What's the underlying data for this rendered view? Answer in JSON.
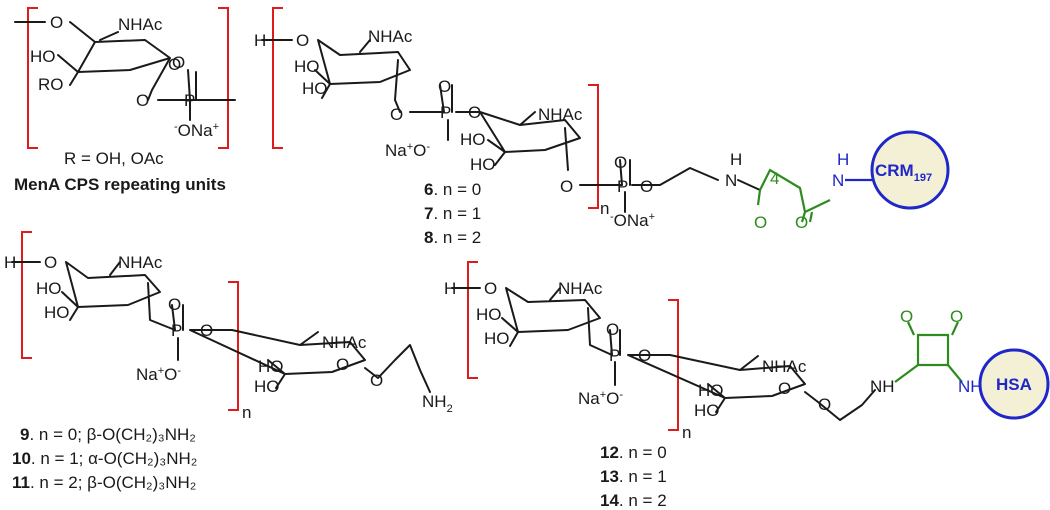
{
  "menA": {
    "substituent": "R = OH, OAc",
    "caption": "MenA CPS repeating units"
  },
  "labels": {
    "NHAc": "NHAc",
    "HO": "HO",
    "RO": "RO",
    "O": "O",
    "P": "P",
    "H": "H",
    "Na": "Na",
    "plus": "+",
    "minus": "-",
    "NH": "NH",
    "NH2": "NH",
    "two": "2",
    "n": "n",
    "four": "4"
  },
  "conjugates": {
    "crm_label": "CRM",
    "crm_sub": "197",
    "hsa_label": "HSA"
  },
  "compounds": {
    "c6": {
      "num": "6",
      "rest": ". n = 0"
    },
    "c7": {
      "num": "7",
      "rest": ". n = 1"
    },
    "c8": {
      "num": "8",
      "rest": ". n = 2"
    },
    "c9": {
      "num": "9",
      "rest": ". n = 0; β-O(CH₂)₃NH₂"
    },
    "c10": {
      "num": "10",
      "rest": ". n = 1; α-O(CH₂)₃NH₂"
    },
    "c11": {
      "num": "11",
      "rest": ". n = 2; β-O(CH₂)₃NH₂"
    },
    "c12": {
      "num": "12",
      "rest": ". n = 0"
    },
    "c13": {
      "num": "13",
      "rest": ". n = 1"
    },
    "c14": {
      "num": "14",
      "rest": ". n = 2"
    }
  }
}
